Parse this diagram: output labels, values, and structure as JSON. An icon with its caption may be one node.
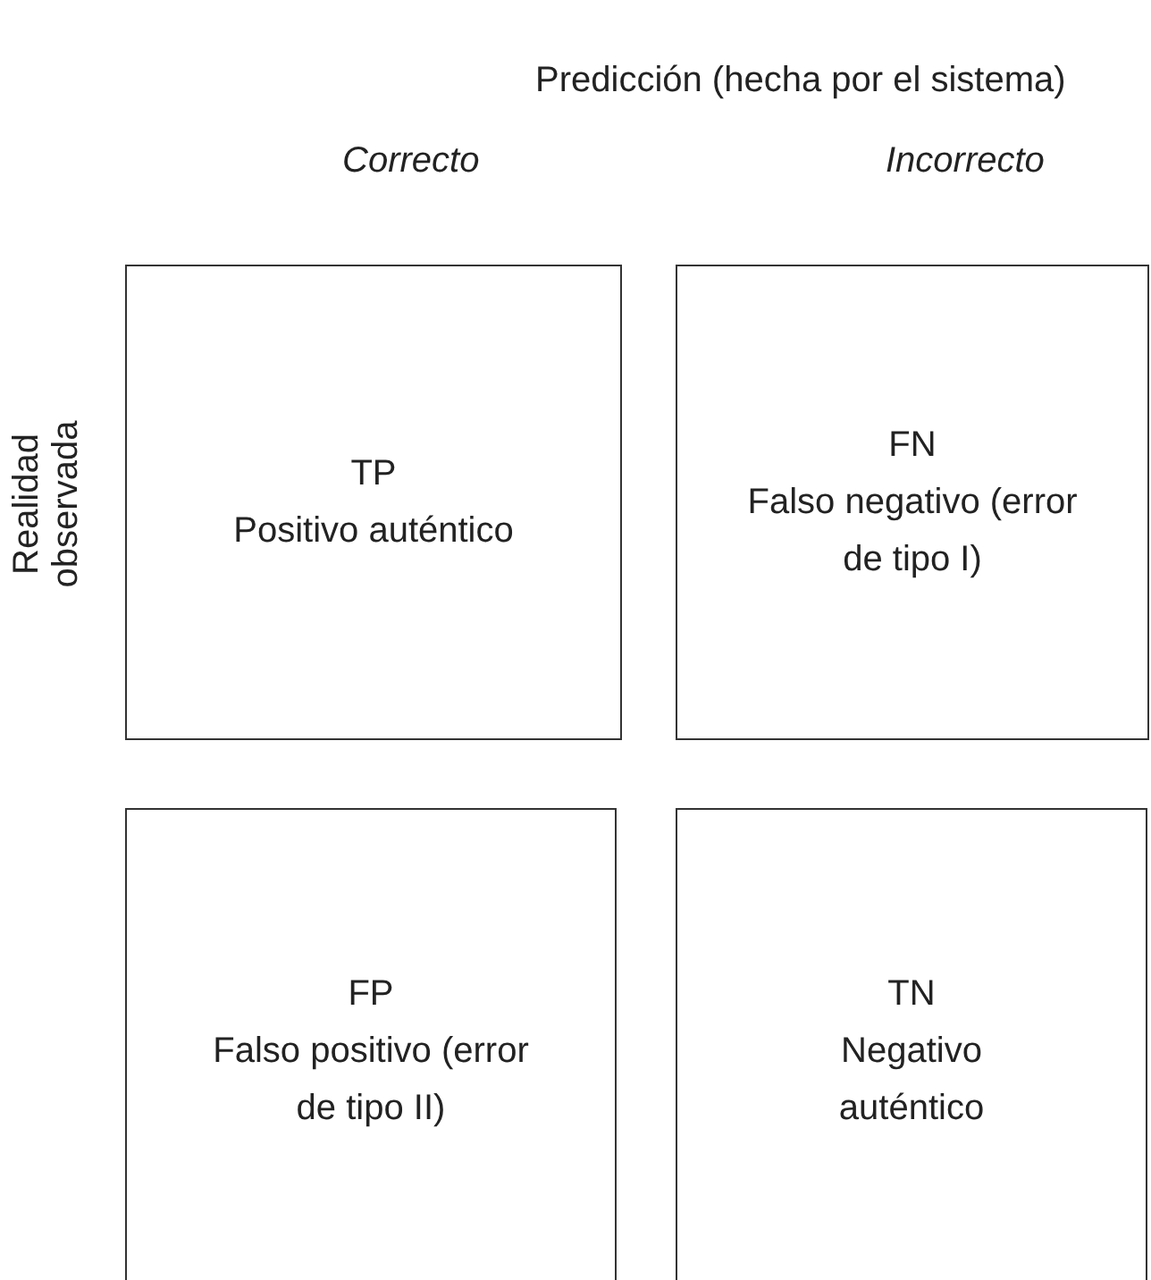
{
  "diagram": {
    "nodes": [
      {
        "text": [
          "TP",
          "Positivo auténtico"
        ]
      },
      {
        "text": [
          "FN",
          "Falso negativo (error de tipo I)"
        ]
      },
      {
        "text": [
          "FP",
          "Falso positivo (error de tipo II)"
        ]
      },
      {
        "text": [
          "TN",
          "Negativo auténtico"
        ]
      }
    ],
    "labels": [
      "Predicción (hecha por el sistema)",
      "Correcto",
      "Incorrecto",
      "Realidad observada"
    ]
  }
}
